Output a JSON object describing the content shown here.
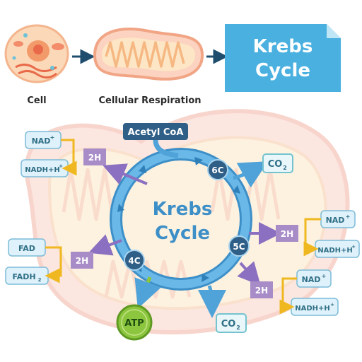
{
  "header": {
    "cell_label": "Cell",
    "respiration_label": "Cellular Respiration",
    "title_line1": "Krebs",
    "title_line2": "Cycle"
  },
  "cycle": {
    "center_line1": "Krebs",
    "center_line2": "Cycle",
    "input": "Acetyl CoA",
    "node_6c": "6C",
    "node_5c": "5C",
    "node_4c": "4C"
  },
  "products": {
    "co2_top": "CO",
    "co2_top_sub": "2",
    "co2_bottom": "CO",
    "co2_bottom_sub": "2",
    "atp": "ATP",
    "h2_a": "2H",
    "h2_b": "2H",
    "h2_c": "2H",
    "h2_d": "2H"
  },
  "carriers": {
    "nad_1": "NAD",
    "nad_1_sup": "+",
    "nadh_1": "NADH+H",
    "nadh_1_sup": "+",
    "fad": "FAD",
    "fadh2": "FADH",
    "fadh2_sub": "2",
    "nad_2": "NAD",
    "nad_2_sup": "+",
    "nadh_2": "NADH+H",
    "nadh_2_sup": "+",
    "nad_3": "NAD",
    "nad_3_sup": "+",
    "nadh_3": "NADH+H",
    "nadh_3_sup": "+"
  },
  "colors": {
    "cycle_blue": "#4fa3d8",
    "title_box": "#4ab0e0",
    "purple_box": "#a88cc8",
    "arrow_yellow": "#f5c234",
    "atp_green": "#8cc63f",
    "node_dark": "#2f5f86"
  }
}
